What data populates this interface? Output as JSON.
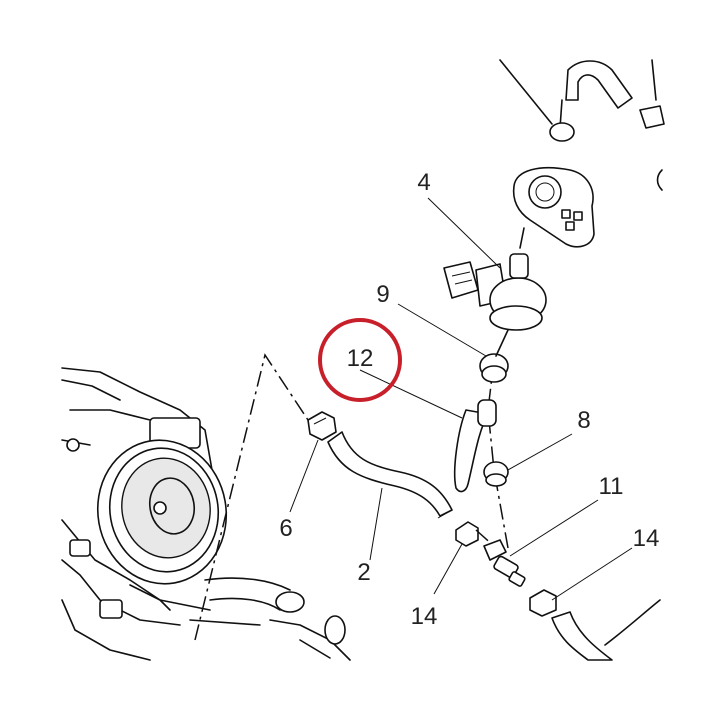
{
  "callouts": {
    "c2": "2",
    "c4": "4",
    "c6": "6",
    "c8": "8",
    "c9": "9",
    "c11": "11",
    "c12": "12",
    "c14a": "14",
    "c14b": "14"
  },
  "colors": {
    "highlight_ring": "#c8202a",
    "line": "#111111",
    "background": "#ffffff"
  },
  "highlighted_callout": "12"
}
